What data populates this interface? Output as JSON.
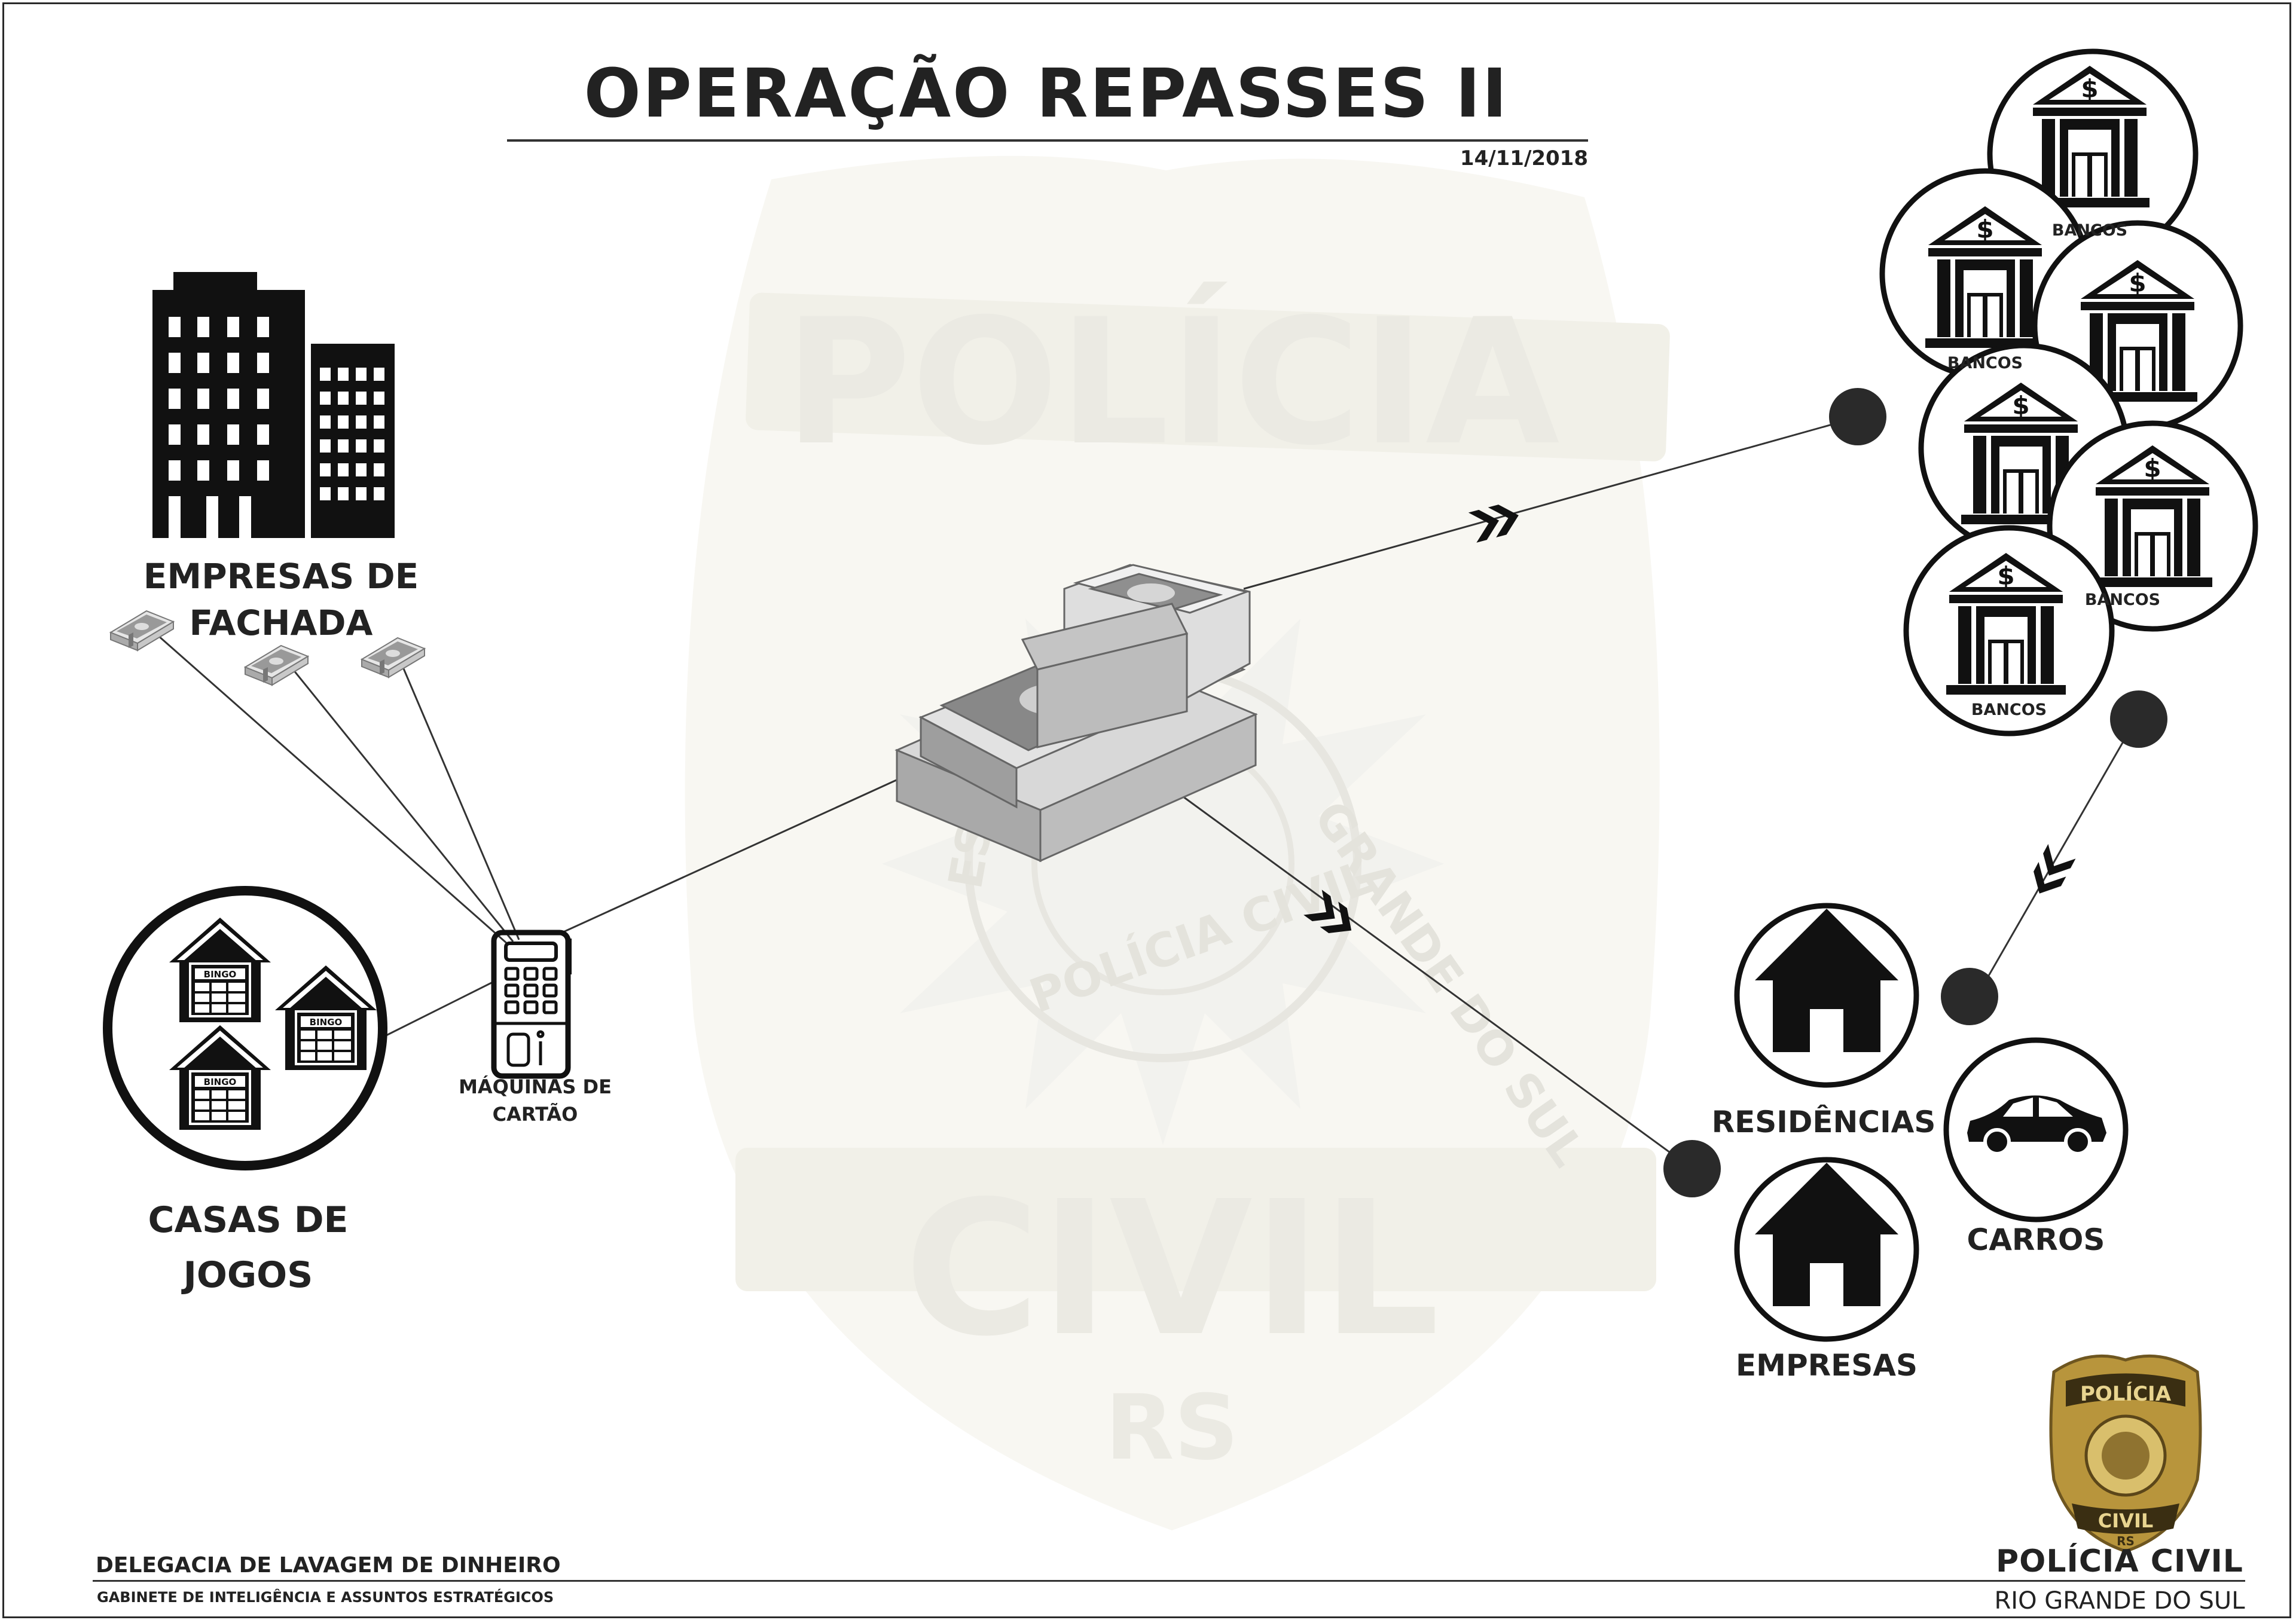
{
  "title": "OPERAÇÃO REPASSES II",
  "date": "14/11/2018",
  "nodes": {
    "empresas_fachada": "EMPRESAS DE FACHADA",
    "casas_jogos": "CASAS DE JOGOS",
    "maquinas_cartao": "MÁQUINAS DE CARTÃO",
    "bancos": "BANCOS",
    "residencias": "RESIDÊNCIAS",
    "empresas": "EMPRESAS",
    "carros": "CARROS"
  },
  "bingo_text": "BINGO",
  "watermark": {
    "top": "POLÍCIA",
    "bottom": "CIVIL",
    "state": "RS",
    "ring_right": "GRANDE DO SUL",
    "ring_left": "ES",
    "ring_bottom": "POLÍCIA CIVIL"
  },
  "badge": {
    "top": "POLÍCIA",
    "bottom": "CIVIL",
    "state": "RS"
  },
  "footer": {
    "agency": "DELEGACIA DE LAVAGEM DE DINHEIRO",
    "unit": "GABINETE DE INTELIGÊNCIA E ASSUNTOS ESTRATÉGICOS",
    "org": "POLÍCIA CIVIL",
    "state": "RIO GRANDE DO SUL"
  },
  "colors": {
    "ink": "#222222",
    "badge_gold": "#b8953c",
    "watermark": "#f3f2ea"
  },
  "icons": [
    "office-buildings-icon",
    "cash-bundle-icon",
    "bingo-house-icon",
    "card-machine-icon",
    "money-stack-icon",
    "bank-icon",
    "house-icon",
    "car-icon",
    "double-chevron-icon",
    "police-badge-icon"
  ]
}
